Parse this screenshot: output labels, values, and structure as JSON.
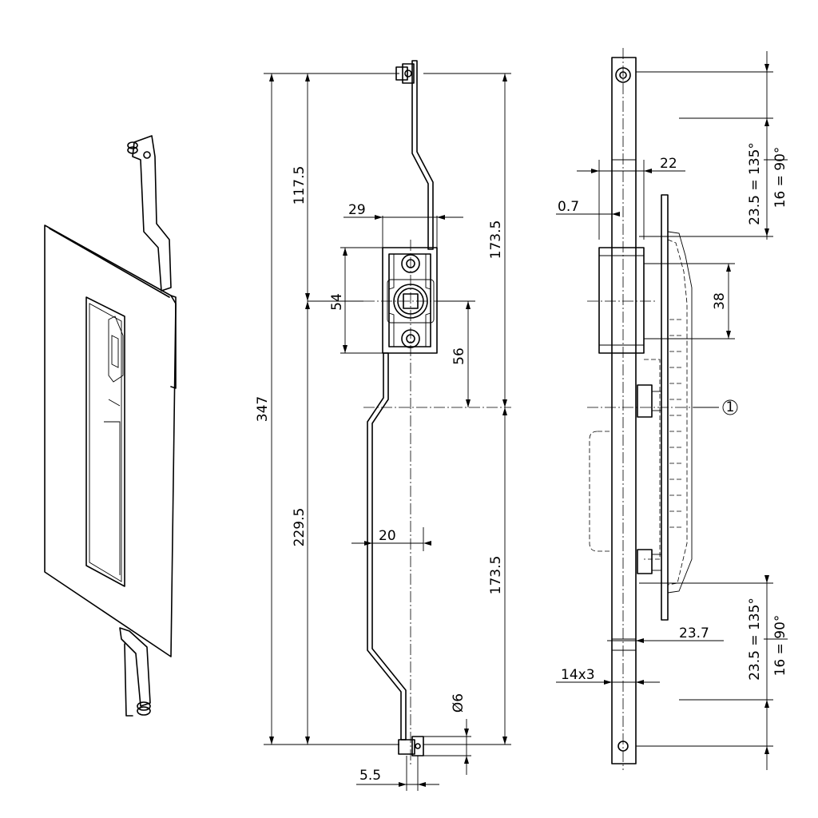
{
  "front": {
    "total_height": "347",
    "upper_span": "117.5",
    "lower_span": "229.5",
    "upper_half": "173.5",
    "lower_half": "173.5",
    "housing_width": "29",
    "housing_height": "54",
    "housing_offset": "56",
    "rod_offset": "20",
    "pin_diameter": "Ø6",
    "pin_offset": "5.5"
  },
  "side": {
    "flange_width": "22",
    "gap": "0.7",
    "body_height": "38",
    "rod_depth": "23.7",
    "rod_section": "14x3",
    "callout": "1",
    "travel_top_a": "23.5 = 135°",
    "travel_top_b": "16 = 90°",
    "travel_bottom_a": "23.5 = 135°",
    "travel_bottom_b": "16 = 90°"
  }
}
